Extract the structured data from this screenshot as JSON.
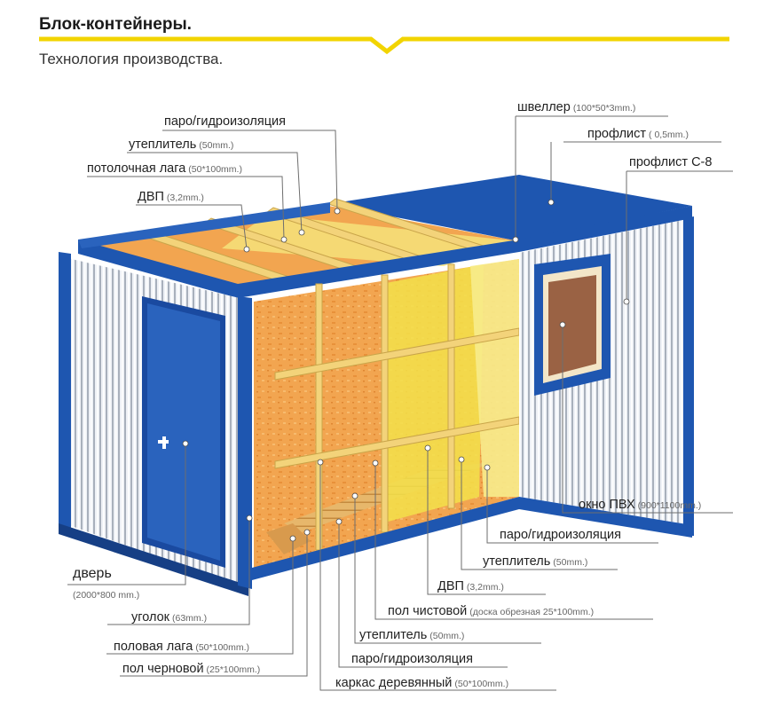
{
  "header": {
    "title": "Блок-контейнеры.",
    "subtitle": "Технология производства."
  },
  "colors": {
    "accent": "#f2d400",
    "frame": "#1e56b0",
    "frame_dark": "#163f85",
    "insulation": "#f2a550",
    "wood": "#f3dc7a",
    "yellow_layer": "#f6ea6a"
  },
  "labels": {
    "vapor_top": {
      "name": "паро/гидроизоляция",
      "dim": ""
    },
    "insul_top": {
      "name": "утеплитель",
      "dim": "(50mm.)"
    },
    "ceiling_joist": {
      "name": "потолочная лага",
      "dim": "(50*100mm.)"
    },
    "dvp_top": {
      "name": "ДВП",
      "dim": "(3,2mm.)"
    },
    "channel": {
      "name": "швеллер",
      "dim": "(100*50*3mm.)"
    },
    "profsheet": {
      "name": "профлист",
      "dim": "( 0,5mm.)"
    },
    "profsheet_c8": {
      "name": "профлист С-8",
      "dim": ""
    },
    "window": {
      "name": "окно ПВХ",
      "dim": "(900*1100mm.)"
    },
    "vapor_wall": {
      "name": "паро/гидроизоляция",
      "dim": ""
    },
    "insul_wall": {
      "name": "утеплитель",
      "dim": "(50mm.)"
    },
    "dvp_wall": {
      "name": "ДВП",
      "dim": "(3,2mm.)"
    },
    "floor_finish": {
      "name": "пол чистовой",
      "dim": "(доска обрезная 25*100mm.)"
    },
    "insul_floor": {
      "name": "утеплитель",
      "dim": "(50mm.)"
    },
    "vapor_floor": {
      "name": "паро/гидроизоляция",
      "dim": ""
    },
    "frame_wood": {
      "name": "каркас деревянный",
      "dim": "(50*100mm.)"
    },
    "door": {
      "name": "дверь",
      "dim": "(2000*800 mm.)"
    },
    "corner": {
      "name": "уголок",
      "dim": "(63mm.)"
    },
    "floor_joist": {
      "name": "половая лага",
      "dim": "(50*100mm.)"
    },
    "floor_rough": {
      "name": "пол черновой",
      "dim": "(25*100mm.)"
    }
  }
}
